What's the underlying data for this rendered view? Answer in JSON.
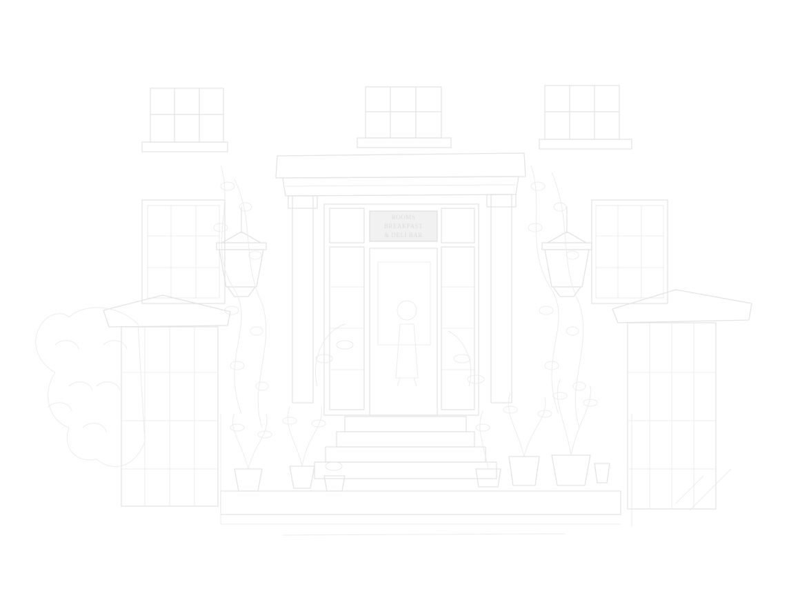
{
  "sign": {
    "line1": "ROOMS",
    "line2": "BREAKFAST",
    "line3": "& DELI BAR"
  },
  "colors": {
    "background": "#ffffff",
    "sketch_line": "#e4e4e4",
    "sketch_hatch": "#eeeeee",
    "sign_fill": "#f0f0f0"
  }
}
